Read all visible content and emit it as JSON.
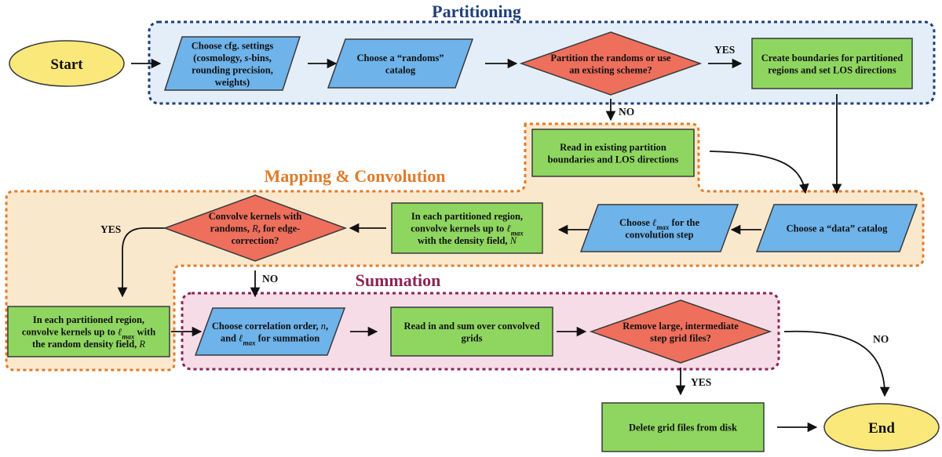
{
  "sections": {
    "partitioning": {
      "title": "Partitioning",
      "color": "#1f3f7a",
      "fill": "#e3eef8"
    },
    "mapping": {
      "title": "Mapping & Convolution",
      "color": "#e07b2a",
      "fill": "#fae8cd"
    },
    "summation": {
      "title": "Summation",
      "color": "#8e2456",
      "fill": "#f5dce7"
    }
  },
  "colors": {
    "terminal": "#fbe87a",
    "io": "#6eb3ea",
    "decision": "#ee6f5c",
    "process": "#8fd660"
  },
  "nodes": {
    "start": {
      "shape": "terminal",
      "lines": [
        "Start"
      ]
    },
    "cfg": {
      "shape": "io",
      "lines": [
        "Choose cfg. settings",
        "(cosmology, s-bins,",
        "rounding precision,",
        "weights)"
      ]
    },
    "randoms": {
      "shape": "io",
      "lines": [
        "Choose a “randoms”",
        "catalog"
      ]
    },
    "partition_q": {
      "shape": "decision",
      "lines": [
        "Partition the randoms or use",
        "an existing scheme?"
      ]
    },
    "create_bounds": {
      "shape": "process",
      "lines": [
        "Create boundaries for partitioned",
        "regions and set LOS directions"
      ]
    },
    "read_partition": {
      "shape": "process",
      "lines": [
        "Read in existing partition",
        "boundaries and LOS directions"
      ]
    },
    "data_cat": {
      "shape": "io",
      "lines": [
        "Choose a “data” catalog"
      ]
    },
    "choose_lmax": {
      "shape": "io",
      "lines": [
        "Choose ℓmax for the",
        "convolution step"
      ]
    },
    "convolve_n": {
      "shape": "process",
      "lines": [
        "In each partitioned region,",
        "convolve kernels up to ℓmax",
        "with the density field, N"
      ]
    },
    "convolve_q": {
      "shape": "decision",
      "lines": [
        "Convolve kernels with",
        "randoms, R, for edge-",
        "correction?"
      ]
    },
    "convolve_r": {
      "shape": "process",
      "lines": [
        "In each partitioned region,",
        "convolve kernels up to ℓmax with",
        "the random density field, R"
      ]
    },
    "corr_order": {
      "shape": "io",
      "lines": [
        "Choose correlation order, n,",
        "and ℓmax for summation"
      ]
    },
    "sum_grids": {
      "shape": "process",
      "lines": [
        "Read in and sum over convolved",
        "grids"
      ]
    },
    "remove_q": {
      "shape": "decision",
      "lines": [
        "Remove large, intermediate",
        "step grid files?"
      ]
    },
    "delete_grid": {
      "shape": "process",
      "lines": [
        "Delete grid files from disk"
      ]
    },
    "end": {
      "shape": "terminal",
      "lines": [
        "End"
      ]
    }
  },
  "edge_labels": {
    "partition_yes": "YES",
    "partition_no": "NO",
    "convolve_yes": "YES",
    "convolve_no": "NO",
    "remove_yes": "YES",
    "remove_no": "NO"
  }
}
